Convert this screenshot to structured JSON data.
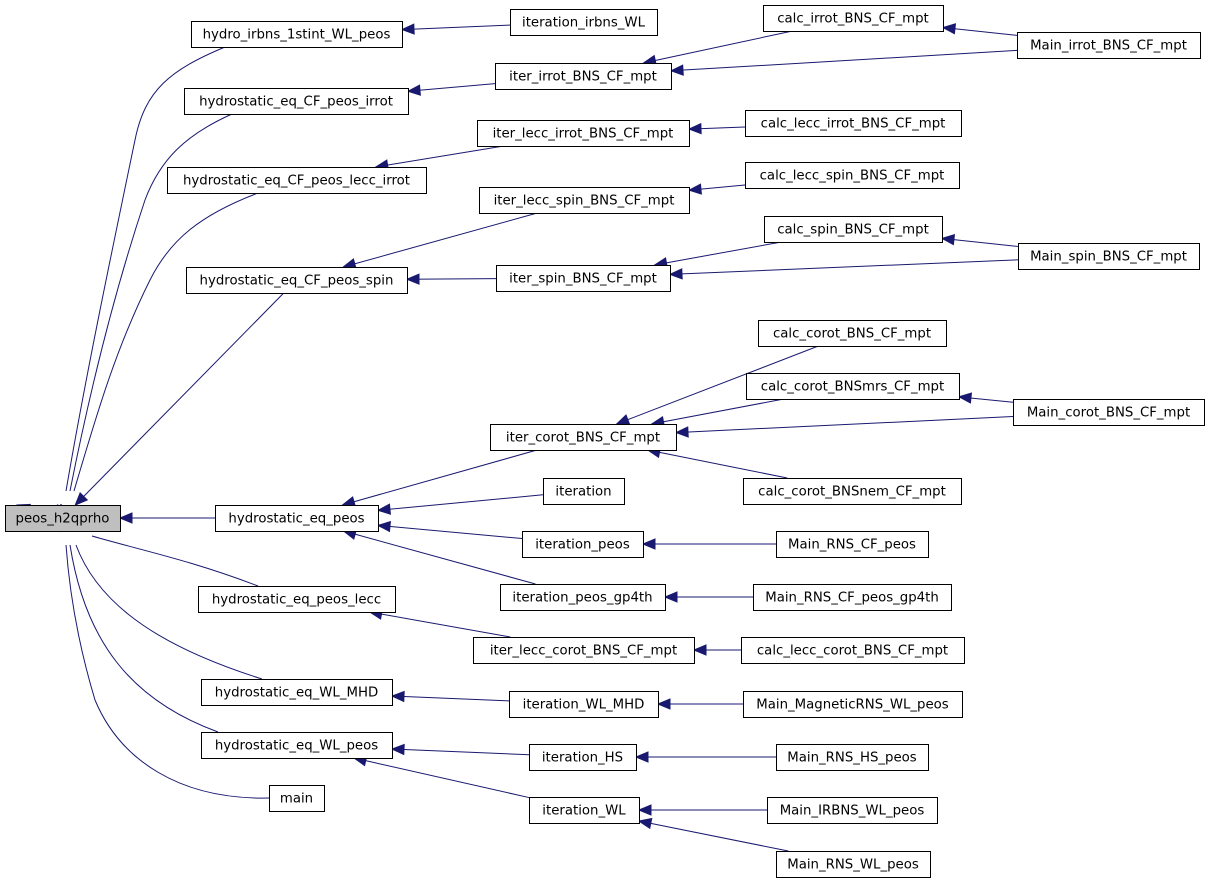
{
  "graph": {
    "title": "",
    "colors": {
      "edge": "#191970",
      "root_fill": "#bfbfbf",
      "node_fill": "#ffffff",
      "node_border": "#000000"
    },
    "nodes": [
      {
        "id": "peos_h2qprho",
        "label": "peos_h2qprho",
        "root": true
      },
      {
        "id": "hydro_irbns_1stint_WL_peos",
        "label": "hydro_irbns_1stint_WL_peos"
      },
      {
        "id": "iteration_irbns_WL",
        "label": "iteration_irbns_WL"
      },
      {
        "id": "calc_irrot_BNS_CF_mpt",
        "label": "calc_irrot_BNS_CF_mpt"
      },
      {
        "id": "Main_irrot_BNS_CF_mpt",
        "label": "Main_irrot_BNS_CF_mpt"
      },
      {
        "id": "hydrostatic_eq_CF_peos_irrot",
        "label": "hydrostatic_eq_CF_peos_irrot"
      },
      {
        "id": "iter_irrot_BNS_CF_mpt",
        "label": "iter_irrot_BNS_CF_mpt"
      },
      {
        "id": "iter_lecc_irrot_BNS_CF_mpt",
        "label": "iter_lecc_irrot_BNS_CF_mpt"
      },
      {
        "id": "calc_lecc_irrot_BNS_CF_mpt",
        "label": "calc_lecc_irrot_BNS_CF_mpt"
      },
      {
        "id": "hydrostatic_eq_CF_peos_lecc_irrot",
        "label": "hydrostatic_eq_CF_peos_lecc_irrot"
      },
      {
        "id": "calc_lecc_spin_BNS_CF_mpt",
        "label": "calc_lecc_spin_BNS_CF_mpt"
      },
      {
        "id": "iter_lecc_spin_BNS_CF_mpt",
        "label": "iter_lecc_spin_BNS_CF_mpt"
      },
      {
        "id": "calc_spin_BNS_CF_mpt",
        "label": "calc_spin_BNS_CF_mpt"
      },
      {
        "id": "Main_spin_BNS_CF_mpt",
        "label": "Main_spin_BNS_CF_mpt"
      },
      {
        "id": "hydrostatic_eq_CF_peos_spin",
        "label": "hydrostatic_eq_CF_peos_spin"
      },
      {
        "id": "iter_spin_BNS_CF_mpt",
        "label": "iter_spin_BNS_CF_mpt"
      },
      {
        "id": "calc_corot_BNS_CF_mpt",
        "label": "calc_corot_BNS_CF_mpt"
      },
      {
        "id": "calc_corot_BNSmrs_CF_mpt",
        "label": "calc_corot_BNSmrs_CF_mpt"
      },
      {
        "id": "Main_corot_BNS_CF_mpt",
        "label": "Main_corot_BNS_CF_mpt"
      },
      {
        "id": "iter_corot_BNS_CF_mpt",
        "label": "iter_corot_BNS_CF_mpt"
      },
      {
        "id": "calc_corot_BNSnem_CF_mpt",
        "label": "calc_corot_BNSnem_CF_mpt"
      },
      {
        "id": "iteration",
        "label": "iteration"
      },
      {
        "id": "hydrostatic_eq_peos",
        "label": "hydrostatic_eq_peos"
      },
      {
        "id": "iteration_peos",
        "label": "iteration_peos"
      },
      {
        "id": "Main_RNS_CF_peos",
        "label": "Main_RNS_CF_peos"
      },
      {
        "id": "hydrostatic_eq_peos_lecc",
        "label": "hydrostatic_eq_peos_lecc"
      },
      {
        "id": "iteration_peos_gp4th",
        "label": "iteration_peos_gp4th"
      },
      {
        "id": "Main_RNS_CF_peos_gp4th",
        "label": "Main_RNS_CF_peos_gp4th"
      },
      {
        "id": "iter_lecc_corot_BNS_CF_mpt",
        "label": "iter_lecc_corot_BNS_CF_mpt"
      },
      {
        "id": "calc_lecc_corot_BNS_CF_mpt",
        "label": "calc_lecc_corot_BNS_CF_mpt"
      },
      {
        "id": "hydrostatic_eq_WL_MHD",
        "label": "hydrostatic_eq_WL_MHD"
      },
      {
        "id": "iteration_WL_MHD",
        "label": "iteration_WL_MHD"
      },
      {
        "id": "Main_MagneticRNS_WL_peos",
        "label": "Main_MagneticRNS_WL_peos"
      },
      {
        "id": "hydrostatic_eq_WL_peos",
        "label": "hydrostatic_eq_WL_peos"
      },
      {
        "id": "iteration_HS",
        "label": "iteration_HS"
      },
      {
        "id": "Main_RNS_HS_peos",
        "label": "Main_RNS_HS_peos"
      },
      {
        "id": "main",
        "label": "main"
      },
      {
        "id": "iteration_WL",
        "label": "iteration_WL"
      },
      {
        "id": "Main_IRBNS_WL_peos",
        "label": "Main_IRBNS_WL_peos"
      },
      {
        "id": "Main_RNS_WL_peos",
        "label": "Main_RNS_WL_peos"
      }
    ],
    "edges": [
      {
        "from": "hydro_irbns_1stint_WL_peos",
        "to": "peos_h2qprho"
      },
      {
        "from": "hydrostatic_eq_CF_peos_irrot",
        "to": "peos_h2qprho"
      },
      {
        "from": "hydrostatic_eq_CF_peos_lecc_irrot",
        "to": "peos_h2qprho"
      },
      {
        "from": "hydrostatic_eq_CF_peos_spin",
        "to": "peos_h2qprho"
      },
      {
        "from": "hydrostatic_eq_peos",
        "to": "peos_h2qprho"
      },
      {
        "from": "hydrostatic_eq_peos_lecc",
        "to": "peos_h2qprho"
      },
      {
        "from": "hydrostatic_eq_WL_MHD",
        "to": "peos_h2qprho"
      },
      {
        "from": "hydrostatic_eq_WL_peos",
        "to": "peos_h2qprho"
      },
      {
        "from": "main",
        "to": "peos_h2qprho"
      },
      {
        "from": "iteration_irbns_WL",
        "to": "hydro_irbns_1stint_WL_peos"
      },
      {
        "from": "iter_irrot_BNS_CF_mpt",
        "to": "hydrostatic_eq_CF_peos_irrot"
      },
      {
        "from": "calc_irrot_BNS_CF_mpt",
        "to": "iter_irrot_BNS_CF_mpt"
      },
      {
        "from": "Main_irrot_BNS_CF_mpt",
        "to": "iter_irrot_BNS_CF_mpt"
      },
      {
        "from": "Main_irrot_BNS_CF_mpt",
        "to": "calc_irrot_BNS_CF_mpt"
      },
      {
        "from": "iter_lecc_irrot_BNS_CF_mpt",
        "to": "hydrostatic_eq_CF_peos_lecc_irrot"
      },
      {
        "from": "calc_lecc_irrot_BNS_CF_mpt",
        "to": "iter_lecc_irrot_BNS_CF_mpt"
      },
      {
        "from": "iter_lecc_spin_BNS_CF_mpt",
        "to": "hydrostatic_eq_CF_peos_spin"
      },
      {
        "from": "iter_spin_BNS_CF_mpt",
        "to": "hydrostatic_eq_CF_peos_spin"
      },
      {
        "from": "calc_lecc_spin_BNS_CF_mpt",
        "to": "iter_lecc_spin_BNS_CF_mpt"
      },
      {
        "from": "calc_spin_BNS_CF_mpt",
        "to": "iter_spin_BNS_CF_mpt"
      },
      {
        "from": "Main_spin_BNS_CF_mpt",
        "to": "iter_spin_BNS_CF_mpt"
      },
      {
        "from": "Main_spin_BNS_CF_mpt",
        "to": "calc_spin_BNS_CF_mpt"
      },
      {
        "from": "iter_corot_BNS_CF_mpt",
        "to": "hydrostatic_eq_peos"
      },
      {
        "from": "iteration",
        "to": "hydrostatic_eq_peos"
      },
      {
        "from": "iteration_peos",
        "to": "hydrostatic_eq_peos"
      },
      {
        "from": "iteration_peos_gp4th",
        "to": "hydrostatic_eq_peos"
      },
      {
        "from": "calc_corot_BNS_CF_mpt",
        "to": "iter_corot_BNS_CF_mpt"
      },
      {
        "from": "calc_corot_BNSmrs_CF_mpt",
        "to": "iter_corot_BNS_CF_mpt"
      },
      {
        "from": "Main_corot_BNS_CF_mpt",
        "to": "iter_corot_BNS_CF_mpt"
      },
      {
        "from": "calc_corot_BNSnem_CF_mpt",
        "to": "iter_corot_BNS_CF_mpt"
      },
      {
        "from": "Main_corot_BNS_CF_mpt",
        "to": "calc_corot_BNSmrs_CF_mpt"
      },
      {
        "from": "Main_RNS_CF_peos",
        "to": "iteration_peos"
      },
      {
        "from": "Main_RNS_CF_peos_gp4th",
        "to": "iteration_peos_gp4th"
      },
      {
        "from": "iter_lecc_corot_BNS_CF_mpt",
        "to": "hydrostatic_eq_peos_lecc"
      },
      {
        "from": "calc_lecc_corot_BNS_CF_mpt",
        "to": "iter_lecc_corot_BNS_CF_mpt"
      },
      {
        "from": "iteration_WL_MHD",
        "to": "hydrostatic_eq_WL_MHD"
      },
      {
        "from": "Main_MagneticRNS_WL_peos",
        "to": "iteration_WL_MHD"
      },
      {
        "from": "iteration_HS",
        "to": "hydrostatic_eq_WL_peos"
      },
      {
        "from": "iteration_WL",
        "to": "hydrostatic_eq_WL_peos"
      },
      {
        "from": "Main_RNS_HS_peos",
        "to": "iteration_HS"
      },
      {
        "from": "Main_IRBNS_WL_peos",
        "to": "iteration_WL"
      },
      {
        "from": "Main_RNS_WL_peos",
        "to": "iteration_WL"
      }
    ]
  }
}
